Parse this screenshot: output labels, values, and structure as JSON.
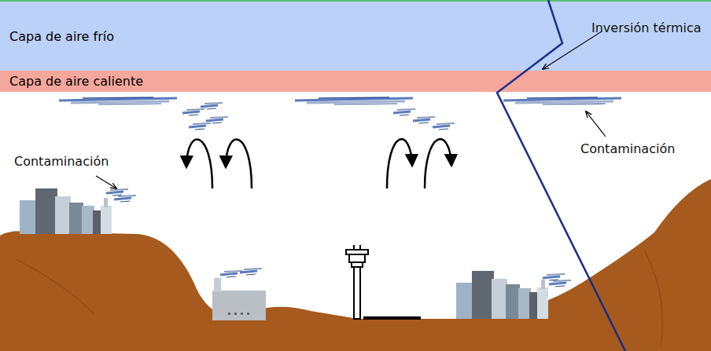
{
  "diagram": {
    "nodes": [
      {
        "text": [
          "Capa de aire frío"
        ]
      },
      {
        "text": [
          "Capa de aire caliente"
        ]
      }
    ],
    "labels": [
      "Inversión térmica",
      "Contaminación",
      "Contaminación"
    ]
  }
}
